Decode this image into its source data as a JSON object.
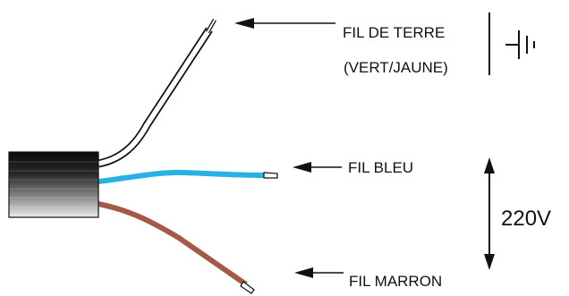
{
  "labels": {
    "earth_line1": "FIL DE TERRE",
    "earth_line2": "(VERT/JAUNE)",
    "blue": "FIL BLEU",
    "brown": "FIL MARRON",
    "voltage": "220V"
  },
  "icons": {
    "earth_symbol": "ground-symbol-icon"
  },
  "colors": {
    "earth_wire": "#ffffff",
    "blue_wire": "#2ab1e3",
    "brown_wire": "#a45a46",
    "outline": "#111111"
  }
}
